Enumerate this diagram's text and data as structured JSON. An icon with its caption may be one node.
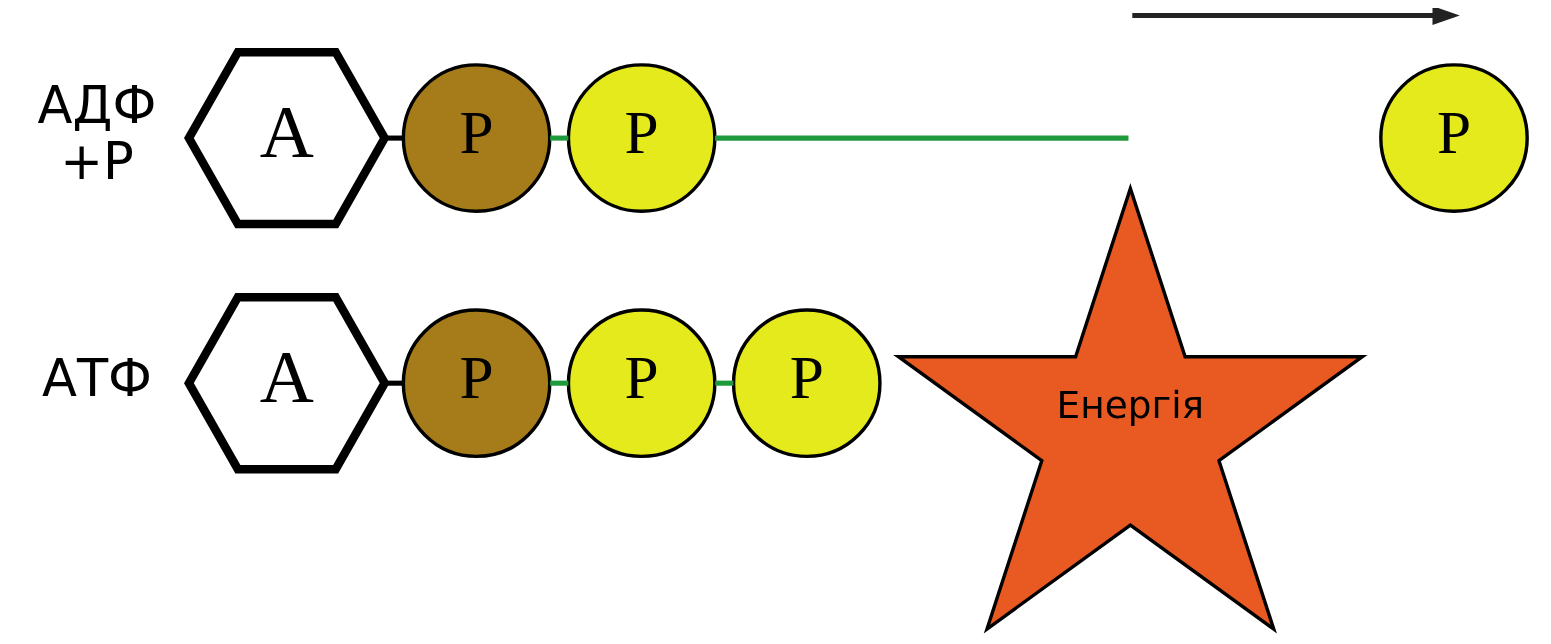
{
  "diagram": {
    "nodes": [
      {
        "text": [
          "A"
        ]
      },
      {
        "text": [
          "P"
        ]
      },
      {
        "text": [
          "P"
        ]
      },
      {
        "text": [
          "P"
        ]
      },
      {
        "text": [
          "Енергія"
        ]
      },
      {
        "text": [
          "A"
        ]
      },
      {
        "text": [
          "P"
        ]
      },
      {
        "text": [
          "P"
        ]
      },
      {
        "text": [
          "P"
        ]
      }
    ],
    "edges": [
      {
        "from": 0,
        "to": 1,
        "arrow": "none",
        "color": "#000000"
      },
      {
        "from": 1,
        "to": 2,
        "arrow": "none"
      },
      {
        "from": 2,
        "to": 3,
        "arrow": "none"
      },
      {
        "from": 5,
        "to": 6,
        "arrow": "none",
        "color": "#000000"
      },
      {
        "from": 6,
        "to": 7,
        "arrow": "none"
      },
      {
        "from": 7,
        "to": null,
        "arrow": "none"
      }
    ],
    "labels": [
      "АТФ",
      "АДФ +P"
    ]
  }
}
